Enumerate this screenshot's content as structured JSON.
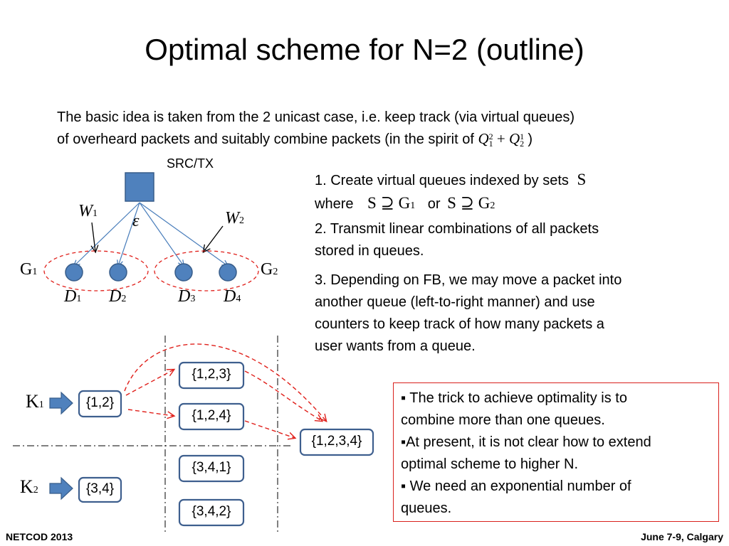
{
  "title": "Optimal scheme for N=2 (outline)",
  "intro": {
    "line1": "The basic idea is taken from the 2 unicast case, i.e. keep track (via virtual queues)",
    "line2": "of overheard packets and suitably combine packets (in the spirit of",
    "formula": {
      "q1": "Q",
      "q1_sub": "1",
      "q1_sup": "2",
      "plus": "+",
      "q2": "Q",
      "q2_sub": "2",
      "q2_sup": "1"
    },
    "close": ")"
  },
  "network": {
    "src_label": "SRC/TX",
    "w1": "W",
    "w1_sub": "1",
    "w2": "W",
    "w2_sub": "2",
    "eps": "ε",
    "g1": "G",
    "g1_sub": "1",
    "g2": "G",
    "g2_sub": "2",
    "d1": "D",
    "d1_sub": "1",
    "d2": "D",
    "d2_sub": "2",
    "d3": "D",
    "d3_sub": "3",
    "d4": "D",
    "d4_sub": "4"
  },
  "steps": {
    "s1_text": "1. Create virtual queues indexed by sets",
    "s1_set": "S",
    "s1_where": "where",
    "s1_or": "or",
    "s1_cond1": "S ⊇ G",
    "s1_cond1_sub": "1",
    "s1_cond2": "S ⊇ G",
    "s1_cond2_sub": "2",
    "s2_line1": "2. Transmit linear combinations of all packets",
    "s2_line2": "stored in queues.",
    "s3_line1": "3. Depending on FB, we may move a packet into",
    "s3_line2": "another queue (left-to-right manner) and use",
    "s3_line3": "counters to keep track of how many packets a",
    "s3_line4": "user wants from a queue."
  },
  "queues": {
    "k1": "K",
    "k1_sub": "1",
    "k2": "K",
    "k2_sub": "2",
    "q12": "{1,2}",
    "q34": "{3,4}",
    "q123": "{1,2,3}",
    "q124": "{1,2,4}",
    "q341": "{3,4,1}",
    "q342": "{3,4,2}",
    "q1234": "{1,2,3,4}"
  },
  "trick": {
    "b1_line1": "▪ The trick to achieve optimality is to",
    "b1_line2": "combine more than one queues.",
    "b2_line1": "▪At present, it is not clear how to extend",
    "b2_line2": "optimal scheme to higher N.",
    "b3_line1": "▪ We need an exponential number of",
    "b3_line2": "queues."
  },
  "footer": {
    "left": "NETCOD 2013",
    "right": "June 7-9, Calgary"
  },
  "colors": {
    "node_fill": "#4f81bd",
    "node_stroke": "#385d8a",
    "red": "#e0201b",
    "box_stroke": "#3e5f8e"
  }
}
